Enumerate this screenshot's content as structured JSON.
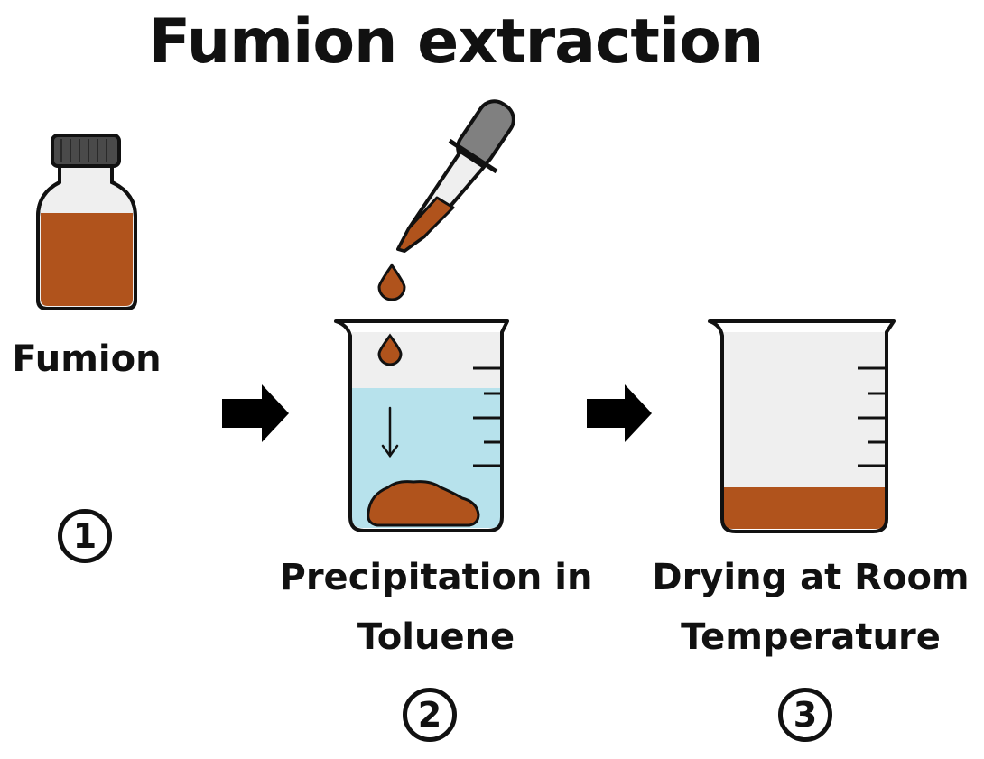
{
  "title": "Fumion extraction",
  "steps": [
    {
      "number": "1",
      "label": "Fumion"
    },
    {
      "number": "2",
      "label_line1": "Precipitation in",
      "label_line2": "Toluene"
    },
    {
      "number": "3",
      "label_line1": "Drying at Room",
      "label_line2": "Temperature"
    }
  ],
  "colors": {
    "fumion": "#b0531c",
    "toluene": "#b7e2ec",
    "glass": "#efefef",
    "cap": "#4a4a4a",
    "dropper_bulb": "#808080",
    "outline": "#111111"
  }
}
